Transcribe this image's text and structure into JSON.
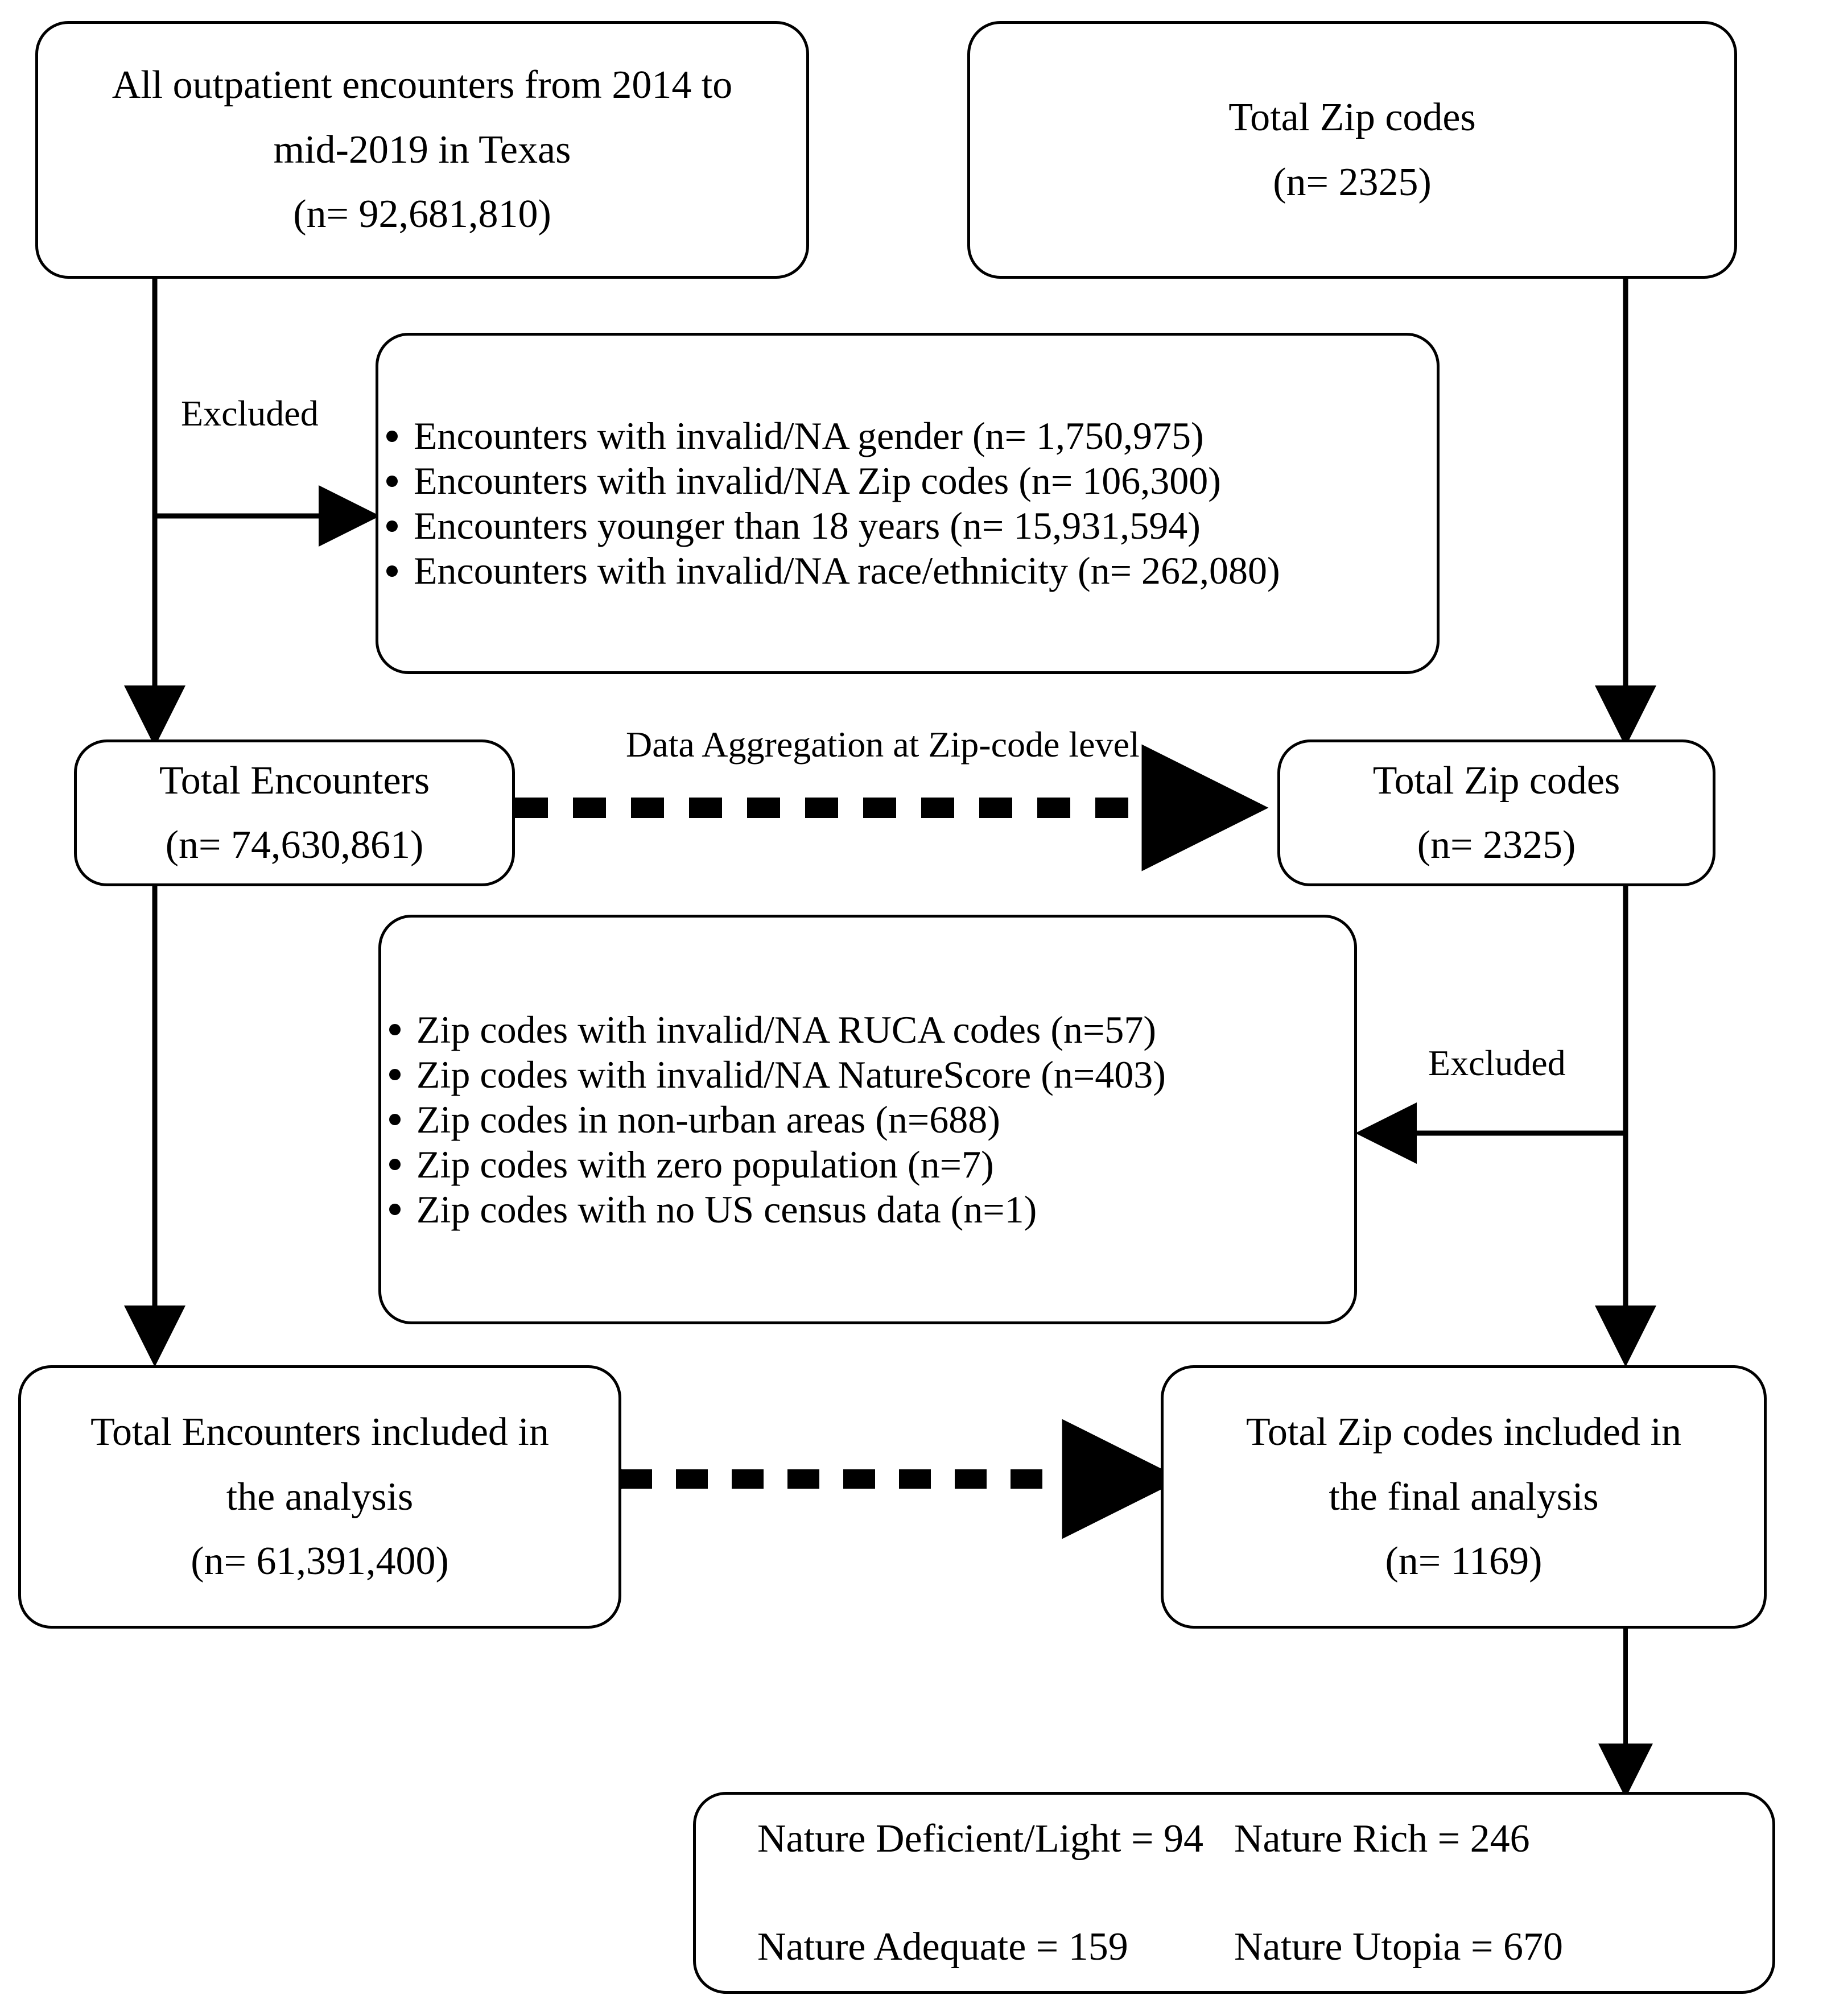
{
  "diagram": {
    "type": "study-flow-diagram",
    "title": "Study sample selection flow",
    "accent_color": "#000000",
    "background_color": "#ffffff"
  },
  "nodes": {
    "source_encounters": {
      "lines": [
        "All outpatient encounters from 2014 to",
        "mid-2019 in Texas",
        "(n= 92,681,810)"
      ]
    },
    "source_zips": {
      "lines": [
        "Total Zip codes",
        "(n= 2325)"
      ]
    },
    "total_encounters": {
      "lines": [
        "Total Encounters",
        "(n= 74,630,861)"
      ]
    },
    "total_zips": {
      "lines": [
        "Total Zip codes",
        "(n= 2325)"
      ]
    },
    "encounters_included": {
      "lines": [
        "Total Encounters included in",
        "the analysis",
        "(n= 61,391,400)"
      ]
    },
    "zips_included": {
      "lines": [
        "Total Zip codes included in",
        "the final analysis",
        "(n= 1169)"
      ]
    }
  },
  "exclusions_encounters": {
    "items": [
      "Encounters with invalid/NA gender (n= 1,750,975)",
      "Encounters with invalid/NA Zip codes (n= 106,300)",
      "Encounters younger than 18 years (n= 15,931,594)",
      "Encounters with invalid/NA race/ethnicity (n= 262,080)"
    ]
  },
  "exclusions_zips": {
    "items": [
      "Zip codes with invalid/NA RUCA codes (n=57)",
      "Zip codes with invalid/NA NatureScore (n=403)",
      "Zip codes in non-urban areas (n=688)",
      "Zip codes with zero population (n=7)",
      " Zip codes with no US census data (n=1)"
    ]
  },
  "nature_categories": {
    "cells": [
      "Nature Deficient/Light = 94",
      "Nature Rich = 246",
      "Nature Adequate = 159",
      "Nature Utopia = 670"
    ]
  },
  "edge_labels": {
    "excluded_top": "Excluded",
    "excluded_bottom": "Excluded",
    "aggregation": "Data Aggregation at Zip-code level"
  }
}
